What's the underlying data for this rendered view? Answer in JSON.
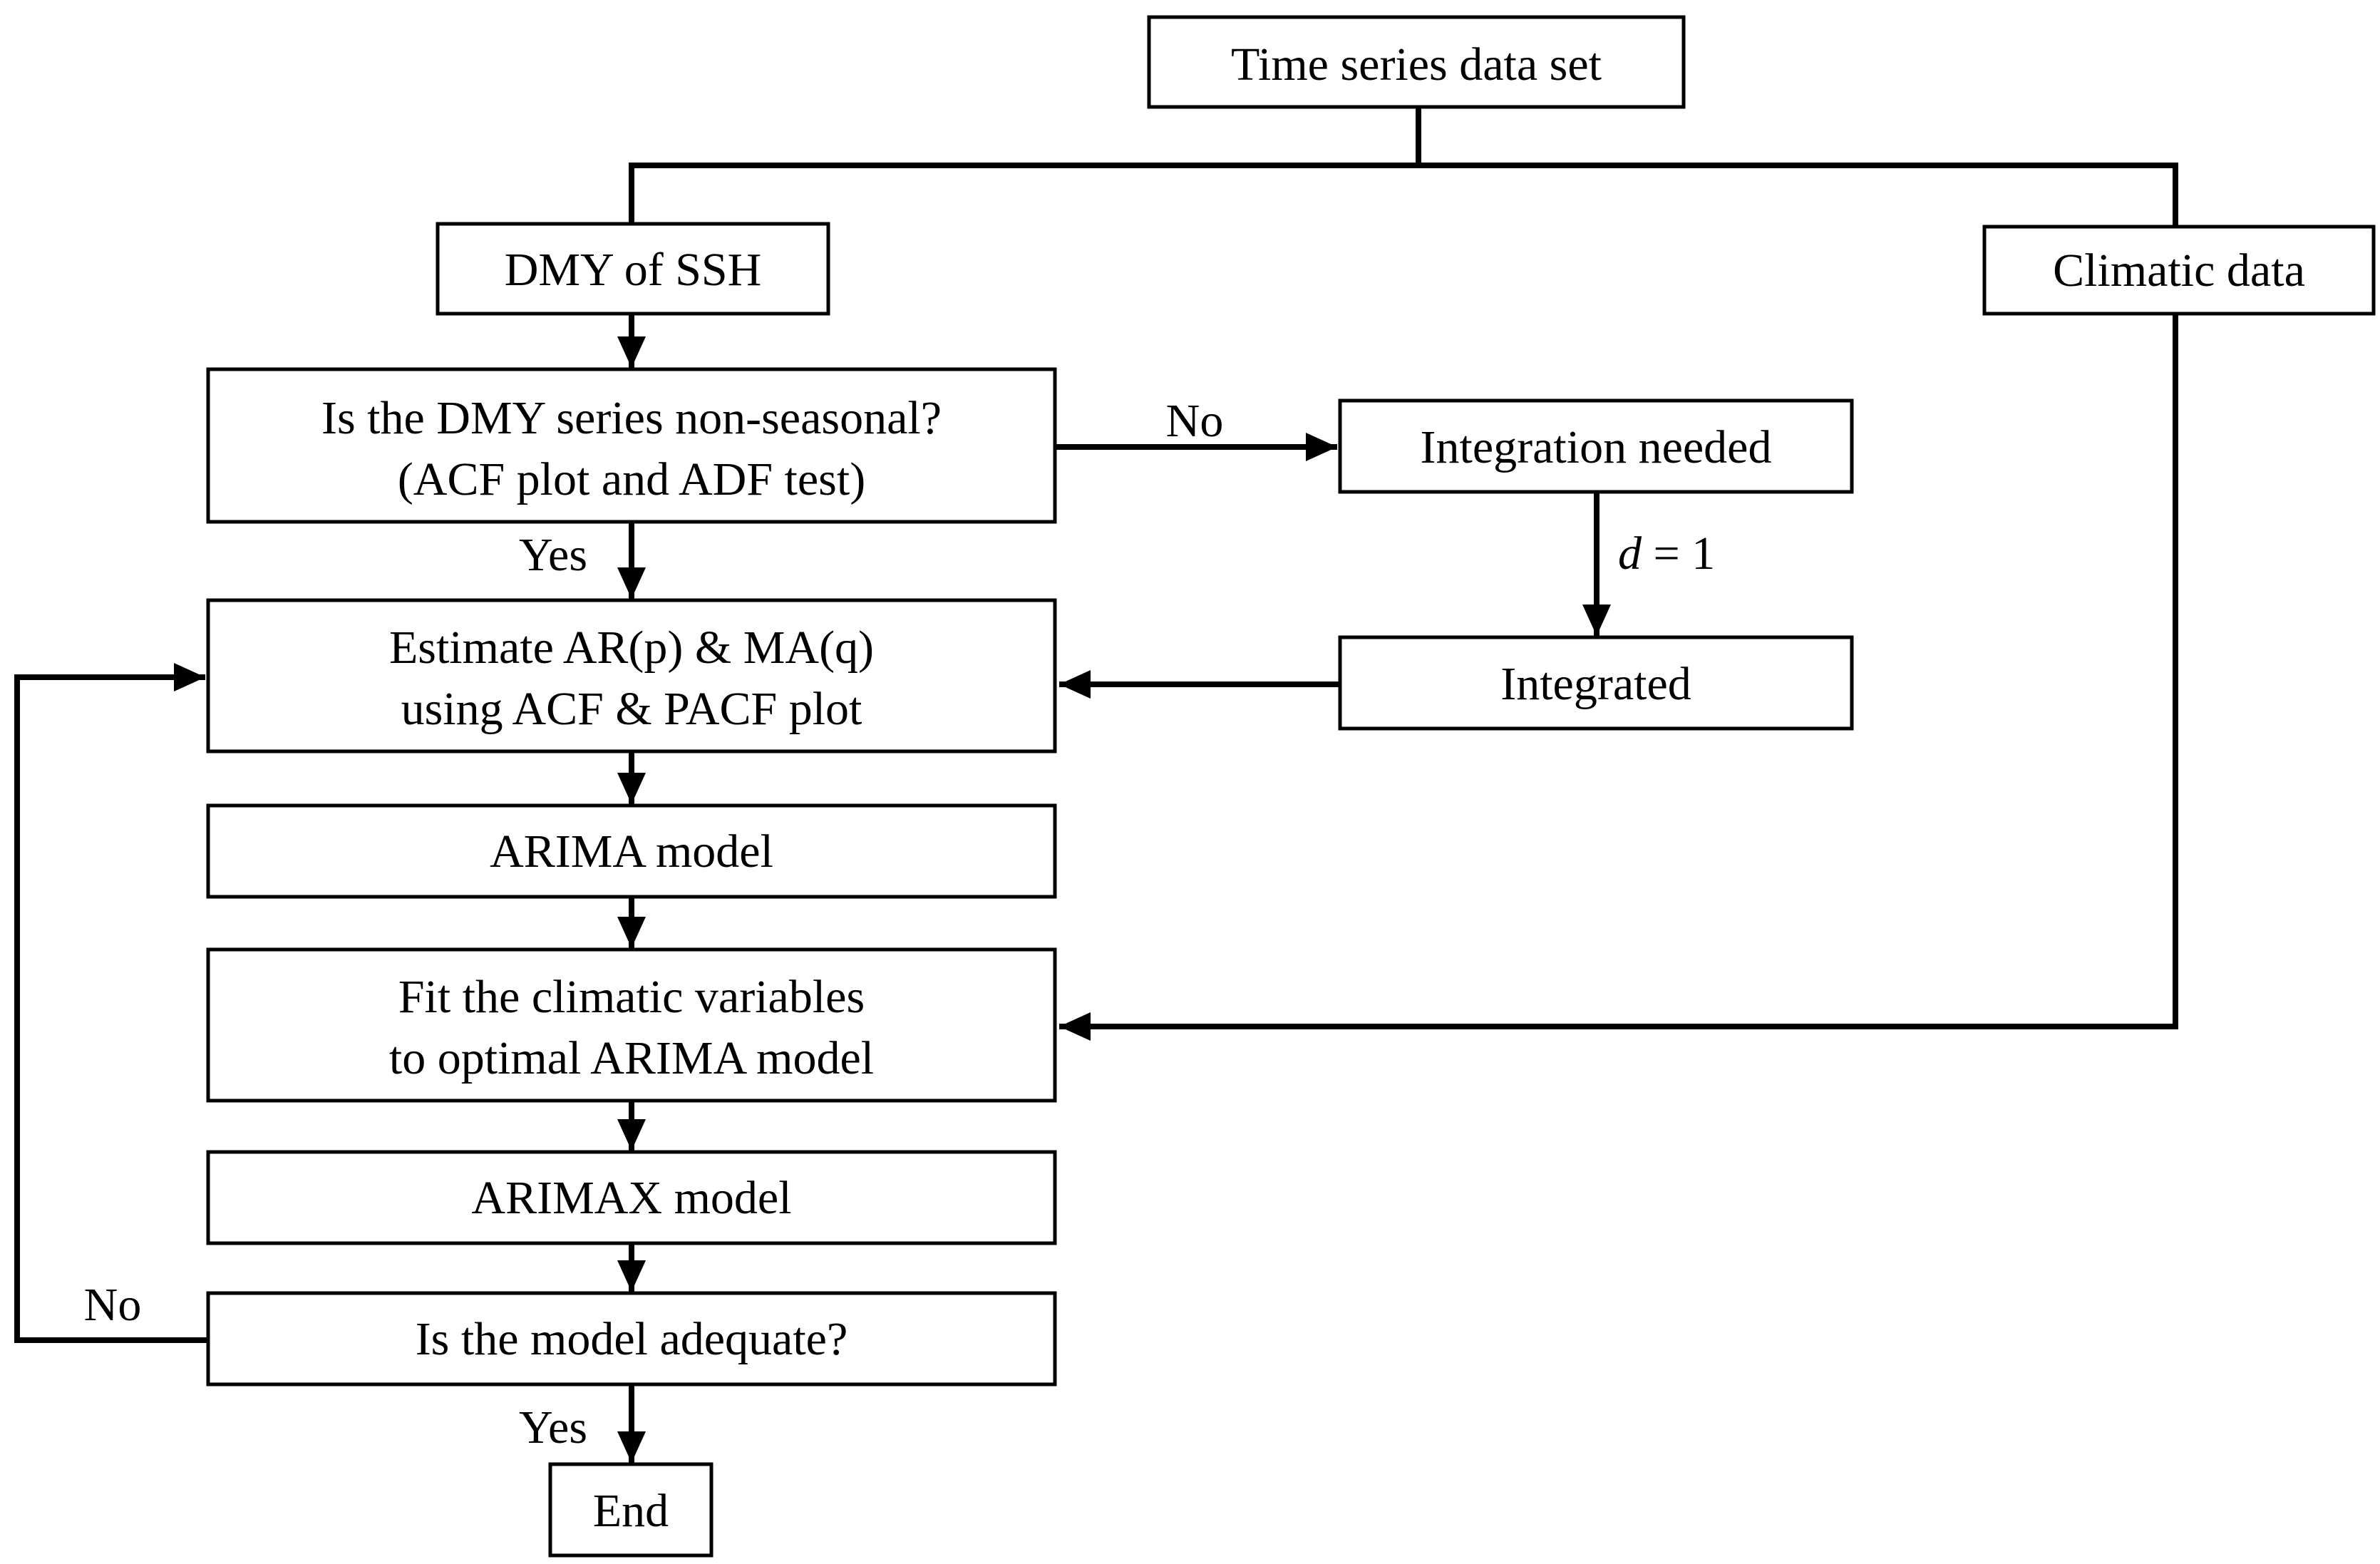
{
  "nodes": {
    "time_series": "Time series data set",
    "dmy": "DMY of SSH",
    "climatic": "Climatic data",
    "nonseasonal": [
      "Is the DMY series non-seasonal?",
      "(ACF plot and ADF test)"
    ],
    "integration_needed": "Integration needed",
    "integrated": "Integrated",
    "estimate": [
      "Estimate AR(p) & MA(q)",
      "using ACF & PACF plot"
    ],
    "arima": "ARIMA model",
    "fit": [
      "Fit the climatic variables",
      "to optimal ARIMA model"
    ],
    "arimax": "ARIMAX model",
    "adequate": "Is the model adequate?",
    "end": "End"
  },
  "labels": {
    "no_integration": "No",
    "yes_estimate": "Yes",
    "d_var": "d",
    "d_eq": " = 1",
    "no_loop": "No",
    "yes_end": "Yes"
  }
}
